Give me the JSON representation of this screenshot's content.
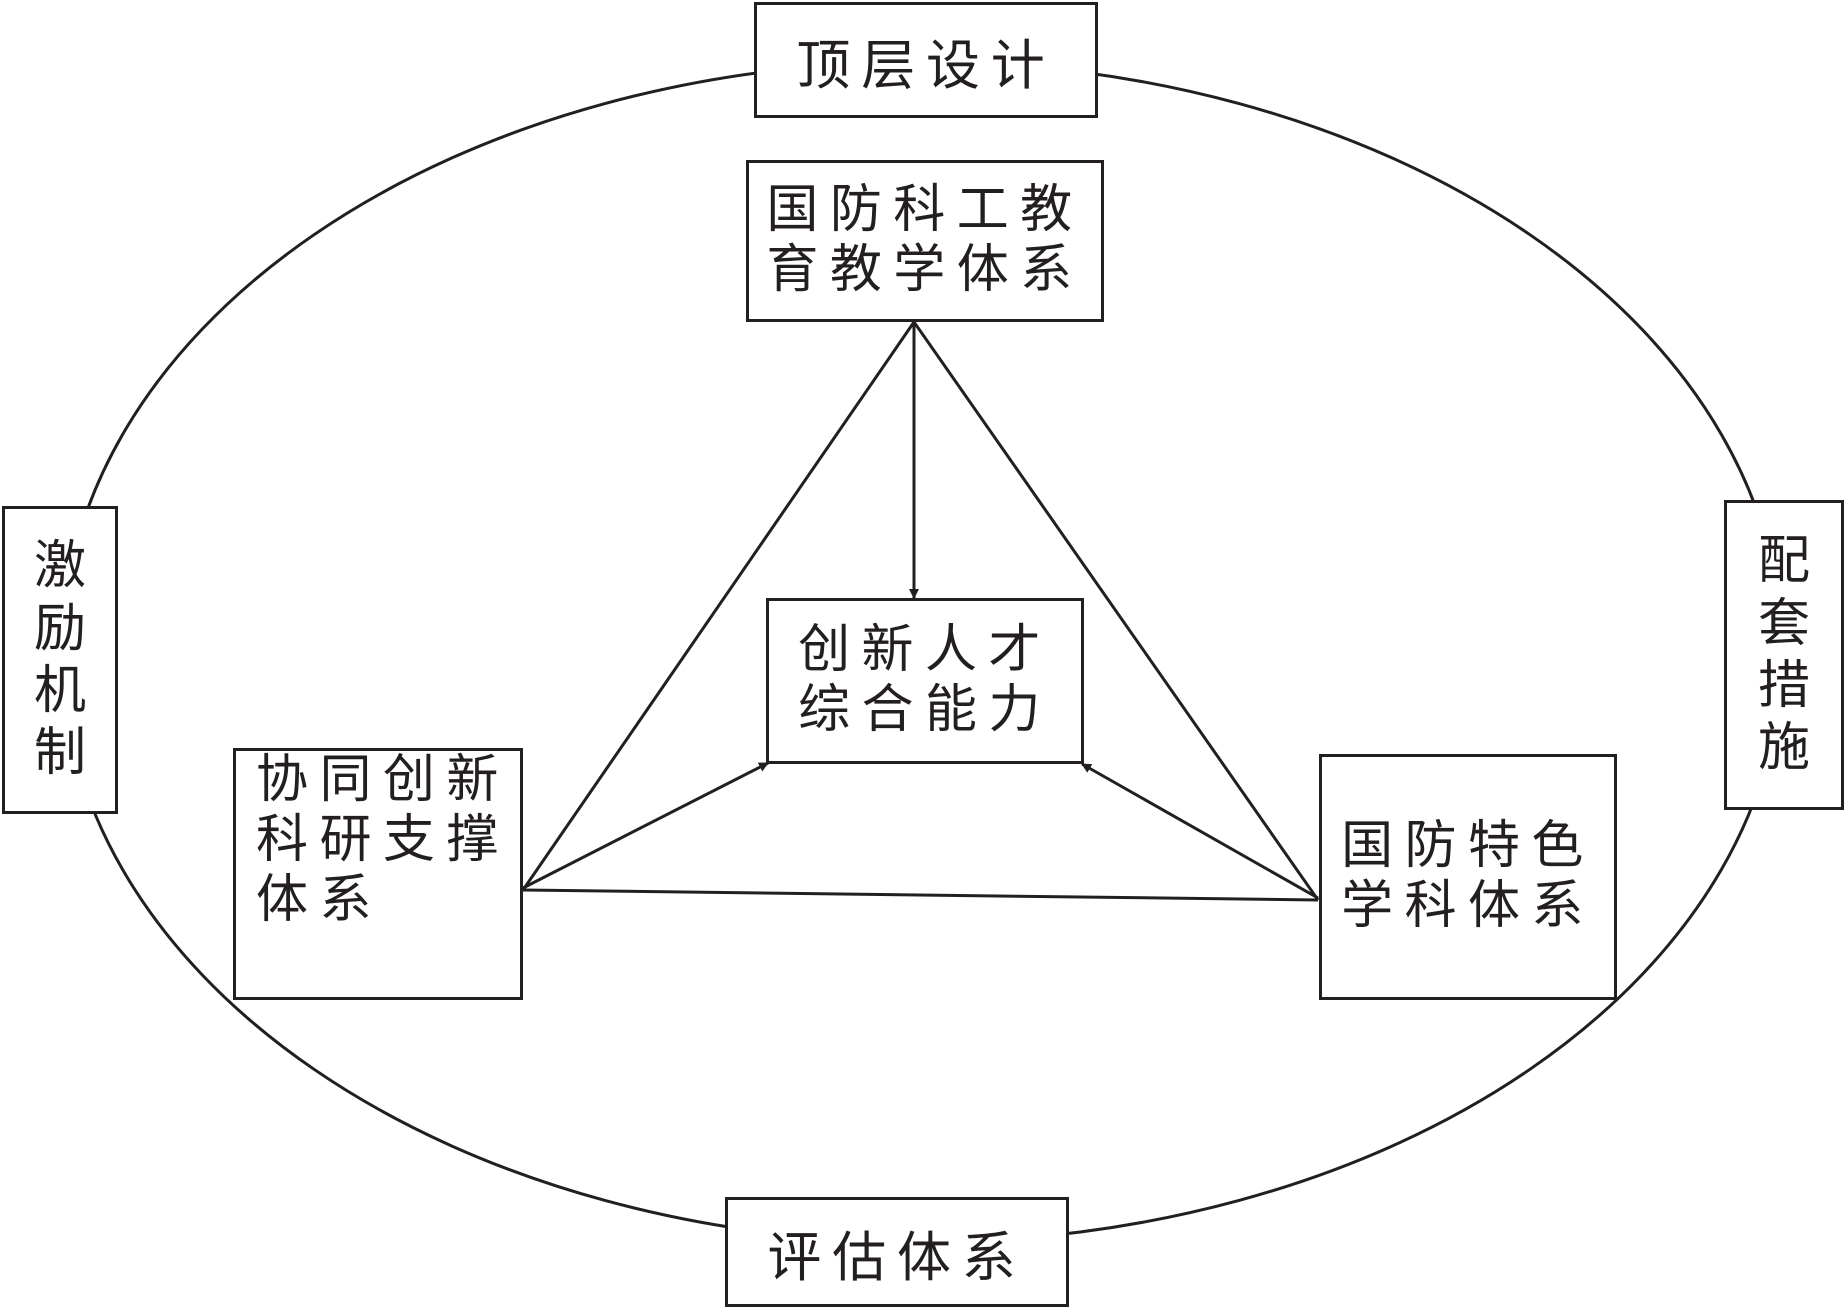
{
  "outer": {
    "top": "顶层设计",
    "bottom": "评估体系",
    "left": [
      "激",
      "励",
      "机",
      "制"
    ],
    "right": [
      "配",
      "套",
      "措",
      "施"
    ]
  },
  "inner": {
    "top": [
      "国防科工教",
      "育教学体系"
    ],
    "center": [
      "创新人才",
      "综合能力"
    ],
    "left": [
      "协同创新",
      "科研支撑",
      "体系"
    ],
    "right": [
      "国防特色",
      "学科体系"
    ]
  },
  "colors": {
    "stroke": "#231f20",
    "background": "#ffffff"
  }
}
